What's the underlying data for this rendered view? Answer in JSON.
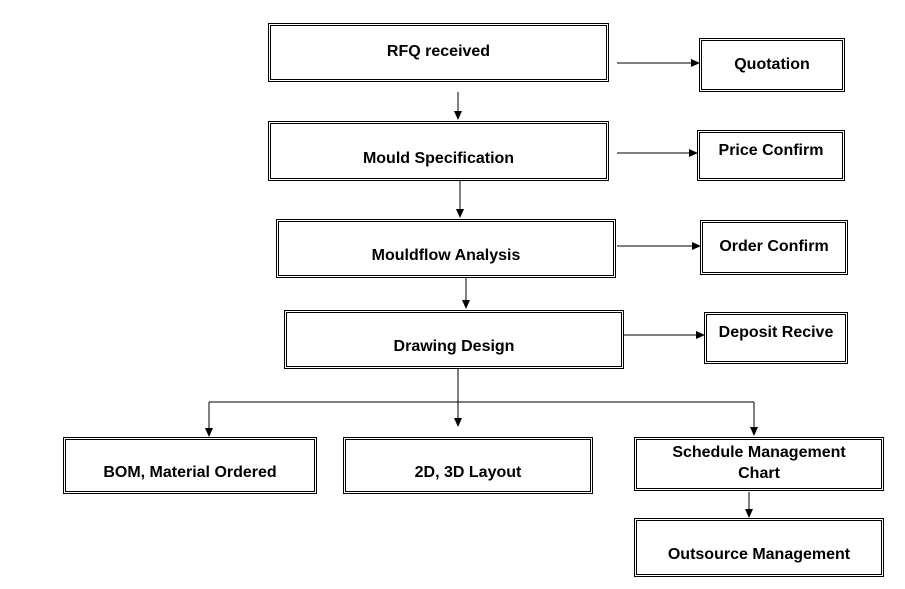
{
  "boxes": {
    "rfq": "RFQ received",
    "mould_spec": "Mould Specification",
    "mouldflow": "Mouldflow Analysis",
    "drawing": "Drawing Design",
    "quotation": "Quotation",
    "price_confirm": "Price Confirm",
    "order_confirm": "Order Confirm",
    "deposit": "Deposit Recive",
    "bom": "BOM,  Material Ordered",
    "layout": "2D, 3D Layout",
    "schedule": "Schedule  Management Chart",
    "outsource": "Outsource Management"
  }
}
